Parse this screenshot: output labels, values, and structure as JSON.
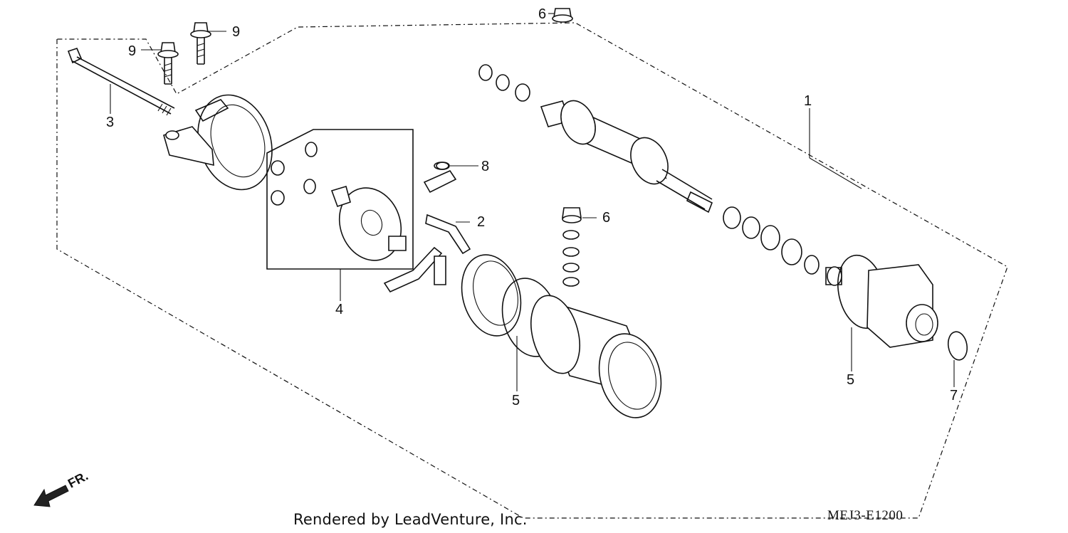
{
  "diagram": {
    "callouts": [
      {
        "id": "c1",
        "label": "1"
      },
      {
        "id": "c2",
        "label": "2"
      },
      {
        "id": "c3",
        "label": "3"
      },
      {
        "id": "c4",
        "label": "4"
      },
      {
        "id": "c5a",
        "label": "5"
      },
      {
        "id": "c5b",
        "label": "5"
      },
      {
        "id": "c6a",
        "label": "6"
      },
      {
        "id": "c6b",
        "label": "6"
      },
      {
        "id": "c7",
        "label": "7"
      },
      {
        "id": "c8",
        "label": "8"
      },
      {
        "id": "c9a",
        "label": "9"
      },
      {
        "id": "c9b",
        "label": "9"
      }
    ],
    "front_indicator": "FR.",
    "credit": "Rendered by LeadVenture, Inc.",
    "diagram_code": "MEJ3-E1200"
  }
}
